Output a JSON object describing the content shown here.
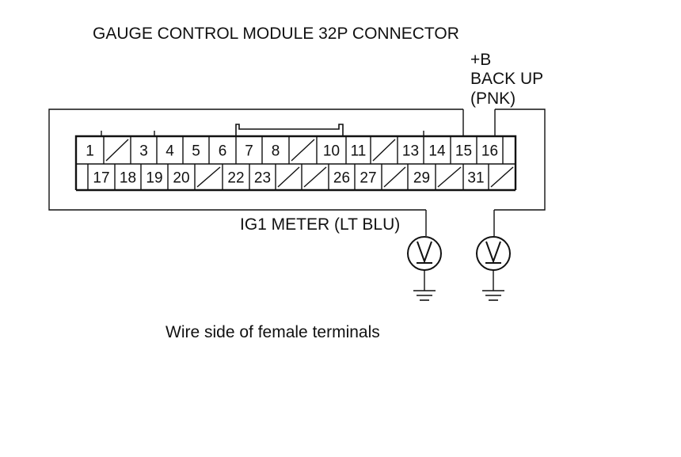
{
  "title": "GAUGE CONTROL MODULE 32P CONNECTOR",
  "backup_label": {
    "line1": "+B",
    "line2": "BACK UP",
    "line3": "(PNK)"
  },
  "ig1_label": "IG1 METER (LT BLU)",
  "caption": "Wire side of female terminals",
  "connector": {
    "top_row": [
      "1",
      "",
      "3",
      "4",
      "5",
      "6",
      "7",
      "8",
      "",
      "10",
      "11",
      "",
      "13",
      "14",
      "15",
      "16"
    ],
    "bottom_row": [
      "17",
      "18",
      "19",
      "20",
      "",
      "22",
      "23",
      "",
      "",
      "26",
      "27",
      "",
      "29",
      "",
      "31",
      ""
    ]
  },
  "meter_symbol": "V"
}
